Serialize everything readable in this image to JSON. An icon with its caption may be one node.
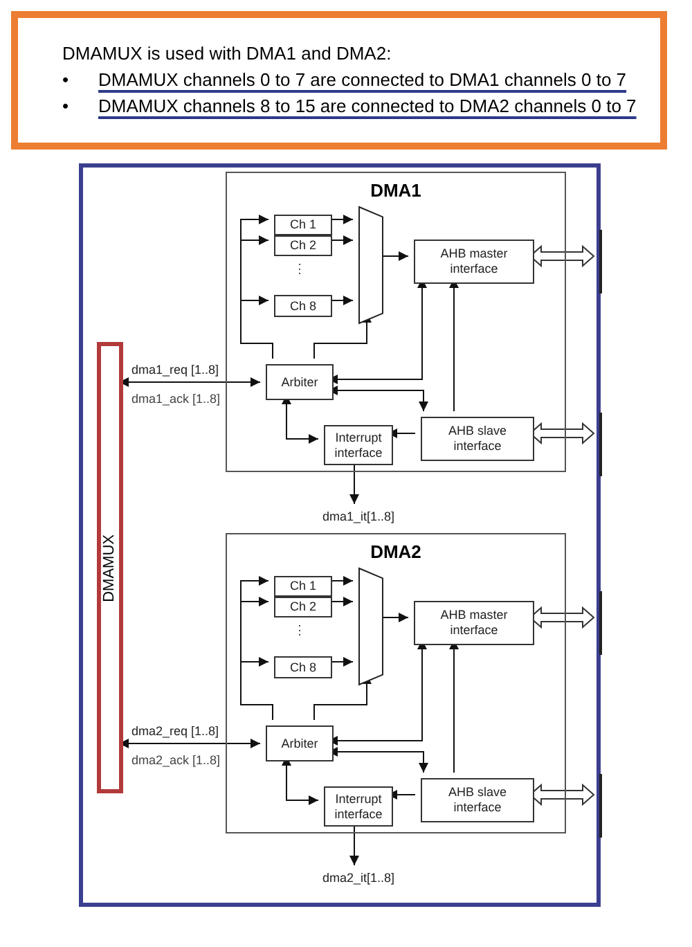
{
  "diagram": {
    "nodes": [
      {
        "text": [
          "DMAMUX is used with DMA1 and DMA2:",
          "•",
          "DMAMUX channels 0 to 7 are connected to DMA1 channels 0 to 7",
          "•",
          "DMAMUX channels 8 to 15 are connected to DMA2 channels 0 to 7"
        ]
      },
      {
        "text": [],
        "shape": "box"
      },
      {
        "text": [
          "DMAMUX"
        ],
        "in": 1
      },
      {
        "text": [
          "DMA1"
        ],
        "in": 1
      },
      {
        "text": [
          "Ch 1"
        ],
        "in": 3
      },
      {
        "text": [
          "Ch 2"
        ],
        "in": 3
      },
      {
        "text": [
          "Ch 8"
        ],
        "in": 3
      },
      {
        "text": [],
        "shape": "trapezoid",
        "in": 3
      },
      {
        "text": [
          "AHB master interface"
        ],
        "in": 3
      },
      {
        "text": [
          "Arbiter"
        ],
        "in": 3
      },
      {
        "text": [
          "Interrupt interface"
        ],
        "in": 3
      },
      {
        "text": [
          "AHB slave interface"
        ],
        "in": 3
      },
      {
        "text": [
          "dma1_it[1..8]"
        ],
        "in": 1
      },
      {
        "text": [],
        "shape": "bar",
        "in": 1
      },
      {
        "text": [],
        "shape": "bar",
        "in": 1
      },
      {
        "text": [
          "DMA2"
        ],
        "in": 1
      },
      {
        "text": [
          "Ch 1"
        ],
        "in": 15
      },
      {
        "text": [
          "Ch 2"
        ],
        "in": 15
      },
      {
        "text": [
          "Ch 8"
        ],
        "in": 15
      },
      {
        "text": [],
        "shape": "trapezoid",
        "in": 15
      },
      {
        "text": [
          "AHB master interface"
        ],
        "in": 15
      },
      {
        "text": [
          "Arbiter"
        ],
        "in": 15
      },
      {
        "text": [
          "Interrupt interface"
        ],
        "in": 15
      },
      {
        "text": [
          "AHB slave interface"
        ],
        "in": 15
      },
      {
        "text": [
          "dma2_it[1..8]"
        ],
        "in": 1
      },
      {
        "text": [],
        "shape": "bar",
        "in": 1
      },
      {
        "text": [],
        "shape": "bar",
        "in": 1
      }
    ],
    "edges": [
      {
        "from": 2,
        "to": 9,
        "arrow": "both",
        "label": "dma1_req [1..8]"
      },
      {
        "from": 9,
        "to": 4,
        "arrow": "to"
      },
      {
        "from": 9,
        "to": 5,
        "arrow": "to"
      },
      {
        "from": 9,
        "to": 6,
        "arrow": "to"
      },
      {
        "from": 9,
        "to": 7,
        "arrow": "to"
      },
      {
        "from": 4,
        "to": 7,
        "arrow": "to"
      },
      {
        "from": 5,
        "to": 7,
        "arrow": "to"
      },
      {
        "from": 6,
        "to": 7,
        "arrow": "to"
      },
      {
        "from": 7,
        "to": 8,
        "arrow": "to"
      },
      {
        "from": 9,
        "to": 8,
        "arrow": "both"
      },
      {
        "from": 9,
        "to": 11,
        "arrow": "both"
      },
      {
        "from": 11,
        "to": 8,
        "arrow": "to"
      },
      {
        "from": 11,
        "to": 10,
        "arrow": "to"
      },
      {
        "from": 9,
        "to": 10,
        "arrow": "both"
      },
      {
        "from": 10,
        "to": 12,
        "arrow": "to"
      },
      {
        "from": 8,
        "to": 13,
        "arrow": "both",
        "style": "thick"
      },
      {
        "from": 11,
        "to": 14,
        "arrow": "both",
        "style": "thick"
      },
      {
        "from": 2,
        "to": 21,
        "arrow": "both",
        "label": "dma2_req [1..8]"
      },
      {
        "from": 21,
        "to": 16,
        "arrow": "to"
      },
      {
        "from": 21,
        "to": 17,
        "arrow": "to"
      },
      {
        "from": 21,
        "to": 18,
        "arrow": "to"
      },
      {
        "from": 21,
        "to": 19,
        "arrow": "to"
      },
      {
        "from": 16,
        "to": 19,
        "arrow": "to"
      },
      {
        "from": 17,
        "to": 19,
        "arrow": "to"
      },
      {
        "from": 18,
        "to": 19,
        "arrow": "to"
      },
      {
        "from": 19,
        "to": 20,
        "arrow": "to"
      },
      {
        "from": 21,
        "to": 20,
        "arrow": "both"
      },
      {
        "from": 21,
        "to": 23,
        "arrow": "both"
      },
      {
        "from": 23,
        "to": 20,
        "arrow": "to"
      },
      {
        "from": 23,
        "to": 22,
        "arrow": "to"
      },
      {
        "from": 21,
        "to": 22,
        "arrow": "both"
      },
      {
        "from": 22,
        "to": 24,
        "arrow": "to"
      },
      {
        "from": 20,
        "to": 25,
        "arrow": "both",
        "style": "thick"
      },
      {
        "from": 23,
        "to": 26,
        "arrow": "both",
        "style": "thick"
      }
    ],
    "labels": [
      "⋮",
      "dma1_ack [1..8]",
      "⋮",
      "dma2_ack [1..8]"
    ]
  }
}
